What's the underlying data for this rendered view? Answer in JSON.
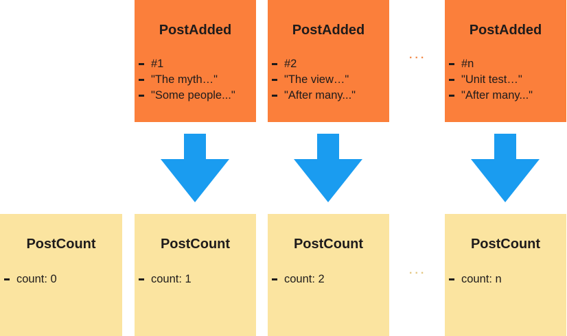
{
  "events": [
    {
      "title": "PostAdded",
      "lines": [
        "#1",
        "\"The myth…\"",
        "\"Some people...\""
      ]
    },
    {
      "title": "PostAdded",
      "lines": [
        "#2",
        "\"The view…\"",
        "\"After many...\""
      ]
    },
    {
      "title": "PostAdded",
      "lines": [
        "#n",
        "\"Unit test…\"",
        "\"After many...\""
      ]
    }
  ],
  "counts": [
    {
      "title": "PostCount",
      "lines": [
        "count: 0"
      ]
    },
    {
      "title": "PostCount",
      "lines": [
        "count: 1"
      ]
    },
    {
      "title": "PostCount",
      "lines": [
        "count: 2"
      ]
    },
    {
      "title": "PostCount",
      "lines": [
        "count: n"
      ]
    }
  ],
  "ellipsis": "...",
  "colors": {
    "event_fill": "#fb7f3b",
    "count_fill": "#fbe4a0",
    "arrow_fill": "#1a9cf0",
    "text": "#1e1b1b"
  }
}
